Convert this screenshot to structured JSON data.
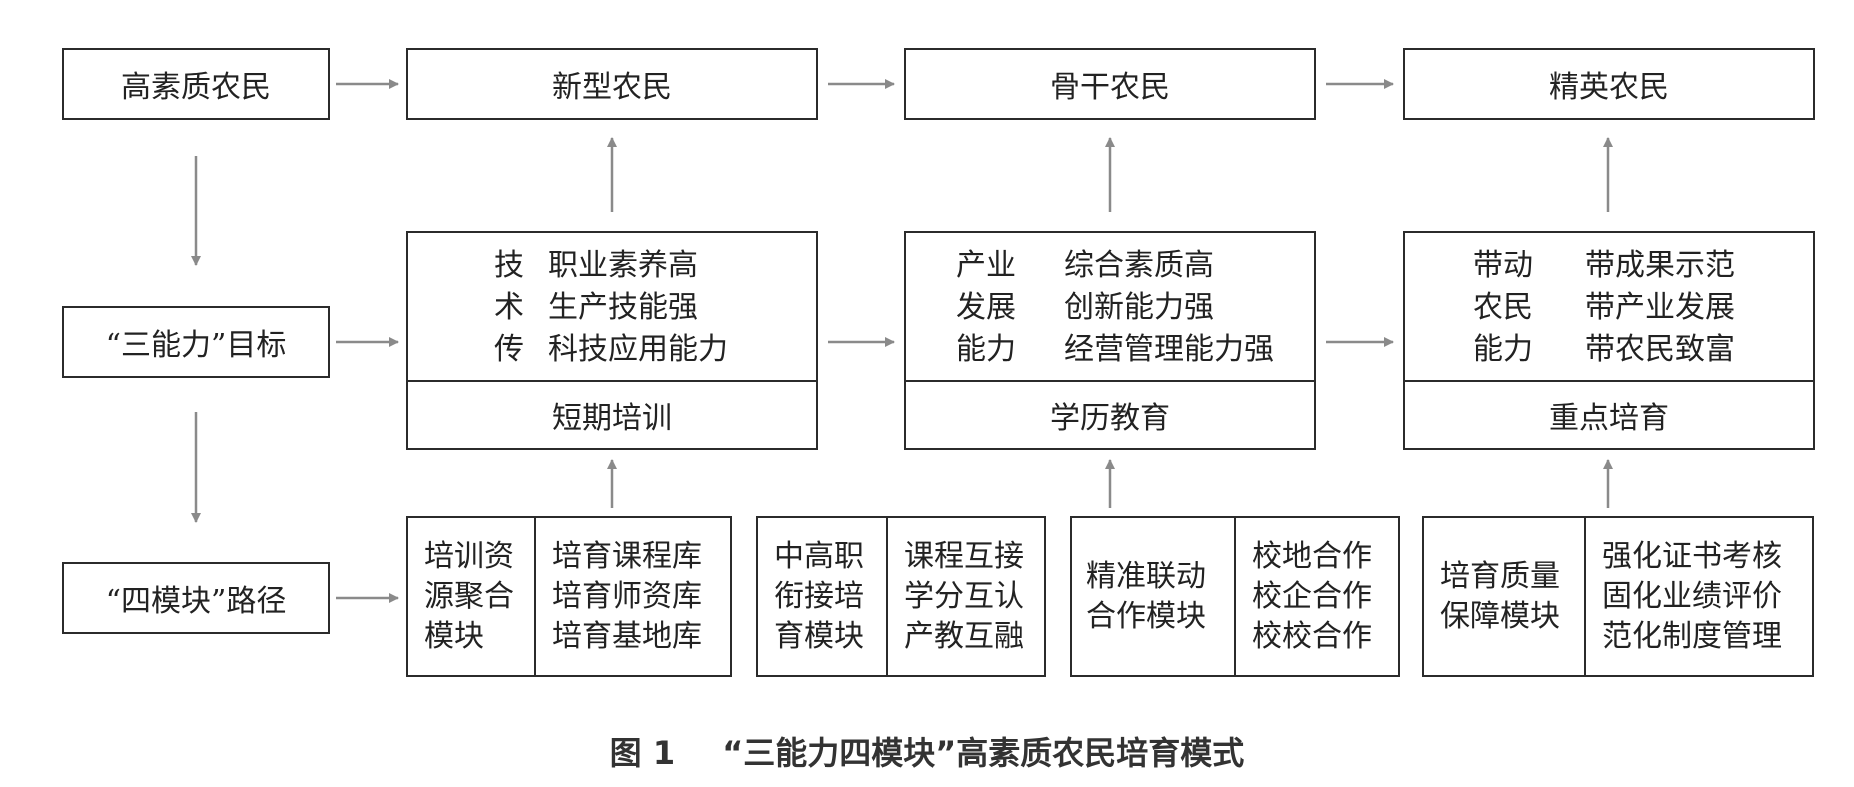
{
  "row1": {
    "goal": "高素质农民",
    "new_farmer": "新型农民",
    "backbone_farmer": "骨干农民",
    "elite_farmer": "精英农民"
  },
  "left": {
    "three_abilities": "“三能力”目标",
    "four_modules": "“四模块”路径"
  },
  "ability_boxes": [
    {
      "lines": [
        [
          "技",
          "职业素养高"
        ],
        [
          "术",
          "生产技能强"
        ],
        [
          "传",
          "科技应用能力"
        ]
      ],
      "footer": "短期培训"
    },
    {
      "lines": [
        [
          "产业",
          "综合素质高"
        ],
        [
          "发展",
          "创新能力强"
        ],
        [
          "能力",
          "经营管理能力强"
        ]
      ],
      "footer": "学历教育"
    },
    {
      "lines": [
        [
          "带动",
          "带成果示范"
        ],
        [
          "农民",
          "带产业发展"
        ],
        [
          "能力",
          "带农民致富"
        ]
      ],
      "footer": "重点培育"
    }
  ],
  "modules": [
    {
      "left": [
        "培训资",
        "源聚合",
        "模块"
      ],
      "right": [
        "培育课程库",
        "培育师资库",
        "培育基地库"
      ]
    },
    {
      "left": [
        "中高职",
        "衔接培",
        "育模块"
      ],
      "right": [
        "课程互接",
        "学分互认",
        "产教互融"
      ]
    },
    {
      "left": [
        "精准联动",
        "合作模块"
      ],
      "right": [
        "校地合作",
        "校企合作",
        "校校合作"
      ]
    },
    {
      "left": [
        "培育质量",
        "保障模块"
      ],
      "right": [
        "强化证书考核",
        "固化业绩评价",
        "范化制度管理"
      ]
    }
  ],
  "caption": {
    "fig": "图 1",
    "title": "“三能力四模块”高素质农民培育模式"
  },
  "colors": {
    "border": "#2b2b2b",
    "arrow": "#8a8a8a"
  }
}
